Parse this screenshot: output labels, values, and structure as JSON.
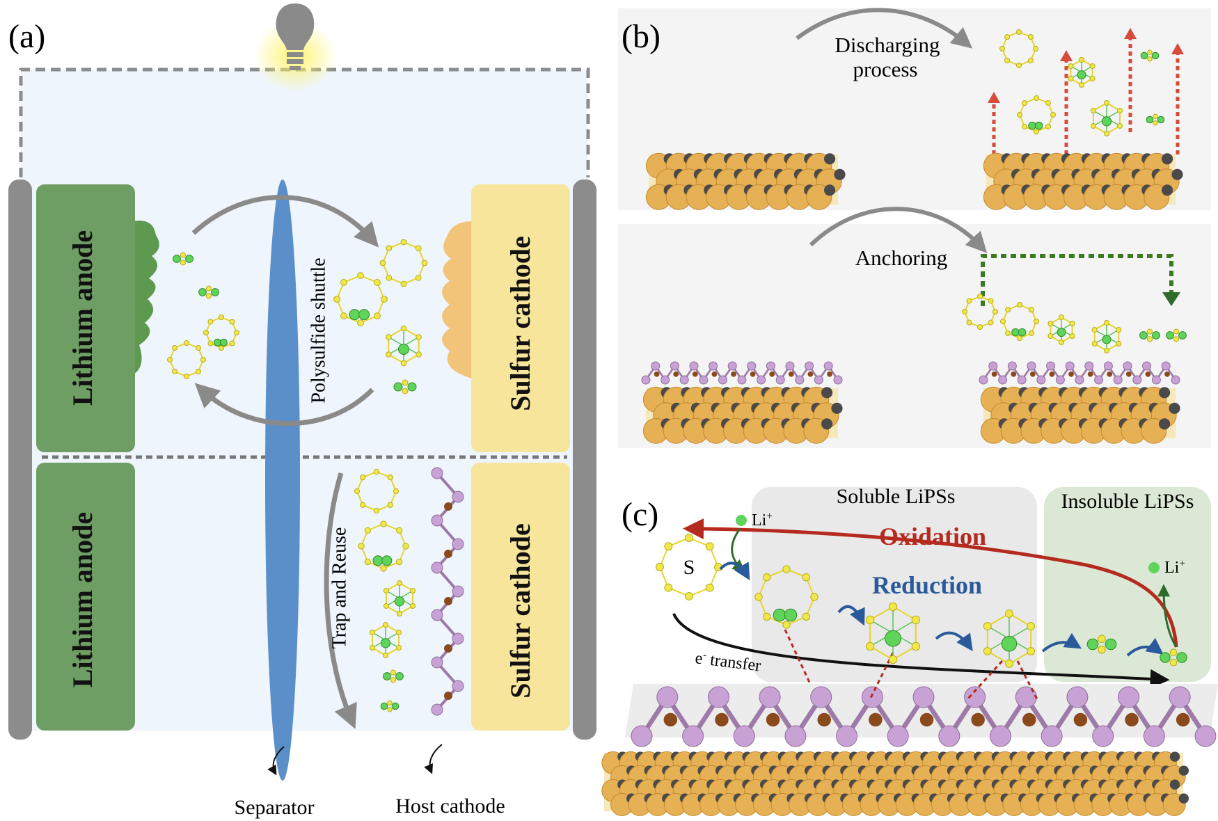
{
  "panel_a": {
    "label": "(a)",
    "top": {
      "anode_label": "Lithium anode",
      "cathode_label": "Sulfur cathode",
      "shuttle_label": "Polysulfide shuttle"
    },
    "bottom": {
      "anode_label": "Lithium anode",
      "cathode_label": "Sulfur cathode",
      "trap_label": "Trap and Reuse"
    },
    "separator_label": "Separator",
    "host_cathode_label": "Host cathode"
  },
  "panel_b": {
    "label": "(b)",
    "discharging_label_line1": "Discharging",
    "discharging_label_line2": "process",
    "anchoring_label": "Anchoring"
  },
  "panel_c": {
    "label": "(c)",
    "soluble_label": "Soluble LiPSs",
    "insoluble_label": "Insoluble LiPSs",
    "oxidation_label": "Oxidation",
    "reduction_label": "Reduction",
    "li_ion_left": "Li",
    "li_ion_right": "Li",
    "li_charge": "+",
    "electron_symbol": "e",
    "electron_charge": "-",
    "electron_text": " transfer",
    "sulfur_symbol": "S"
  },
  "colors": {
    "anode_green": "#6e9e63",
    "cathode_yellow": "#f6e59a",
    "separator_blue": "#5a8fc9",
    "oxidation_red": "#b52a1e",
    "reduction_blue": "#2a5a9c",
    "sulfur_yellow": "#f0e84a",
    "lithium_green": "#5fd35a",
    "substrate_gold": "#e6b054",
    "host_purple": "#c8a2d4",
    "host_brown": "#8a4a1c"
  }
}
